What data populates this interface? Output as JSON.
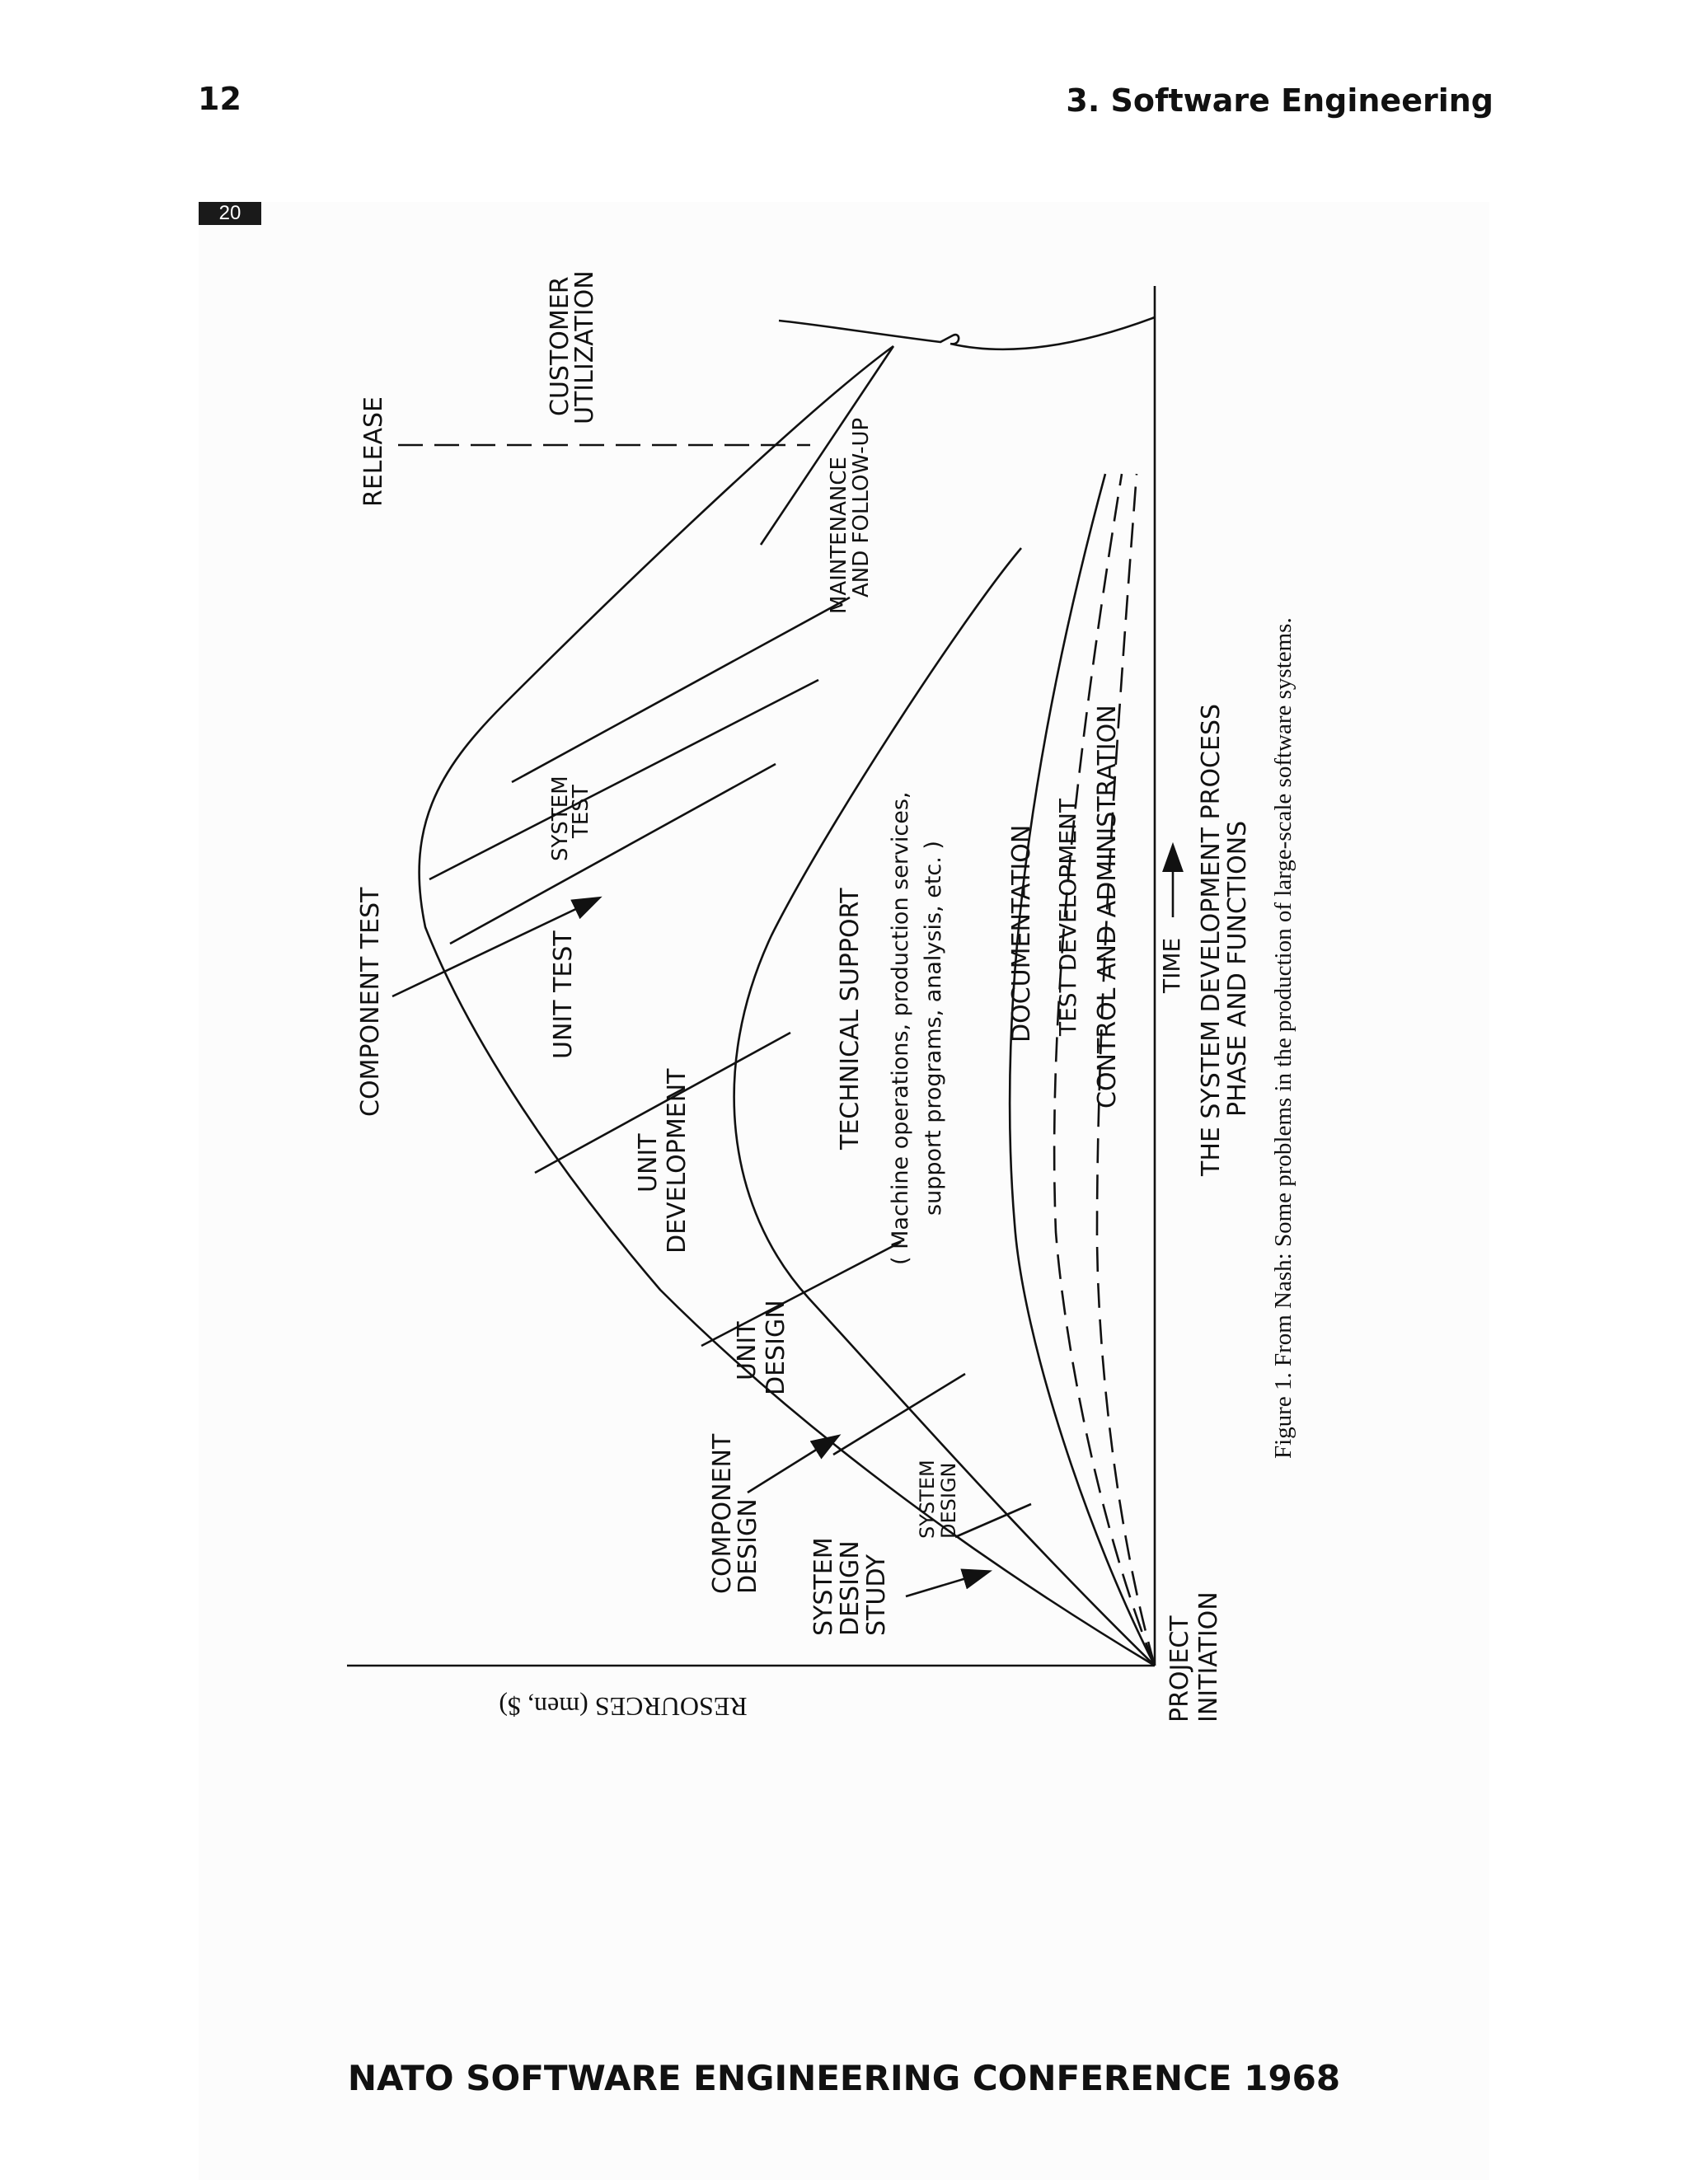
{
  "header": {
    "page_number": "12",
    "running_head": "3. Software Engineering",
    "page_tag": "20"
  },
  "figure": {
    "labels": {
      "release": "RELEASE",
      "customer_utilization": [
        "CUSTOMER",
        "UTILIZATION"
      ],
      "component_test": "COMPONENT TEST",
      "system_test": [
        "SYSTEM",
        "TEST"
      ],
      "maintenance": [
        "MAINTENANCE",
        "AND FOLLOW-UP"
      ],
      "unit_test": "UNIT TEST",
      "unit_development": [
        "UNIT",
        "DEVELOPMENT"
      ],
      "unit_design": [
        "UNIT",
        "DESIGN"
      ],
      "component_design": [
        "COMPONENT",
        "DESIGN"
      ],
      "system_design": [
        "SYSTEM",
        "DESIGN"
      ],
      "system_design_study": [
        "SYSTEM",
        "DESIGN",
        "STUDY"
      ],
      "technical_support": [
        "TECHNICAL SUPPORT",
        "( Machine operations, production services,",
        "support programs, analysis, etc. )"
      ],
      "documentation": "DOCUMENTATION",
      "test_development": "TEST DEVELOPMENT",
      "control_and_administration": "CONTROL AND ADMINISTRATION",
      "time": "TIME",
      "title": [
        "THE SYSTEM DEVELOPMENT PROCESS",
        "PHASE AND FUNCTIONS"
      ],
      "project_initiation": [
        "PROJECT",
        "INITIATION"
      ],
      "resources_axis": "RESOURCES (men, $)"
    },
    "caption": "Figure 1. From Nash: Some problems in the production of large-scale software systems."
  },
  "footer": {
    "title": "NATO SOFTWARE ENGINEERING CONFERENCE 1968"
  }
}
